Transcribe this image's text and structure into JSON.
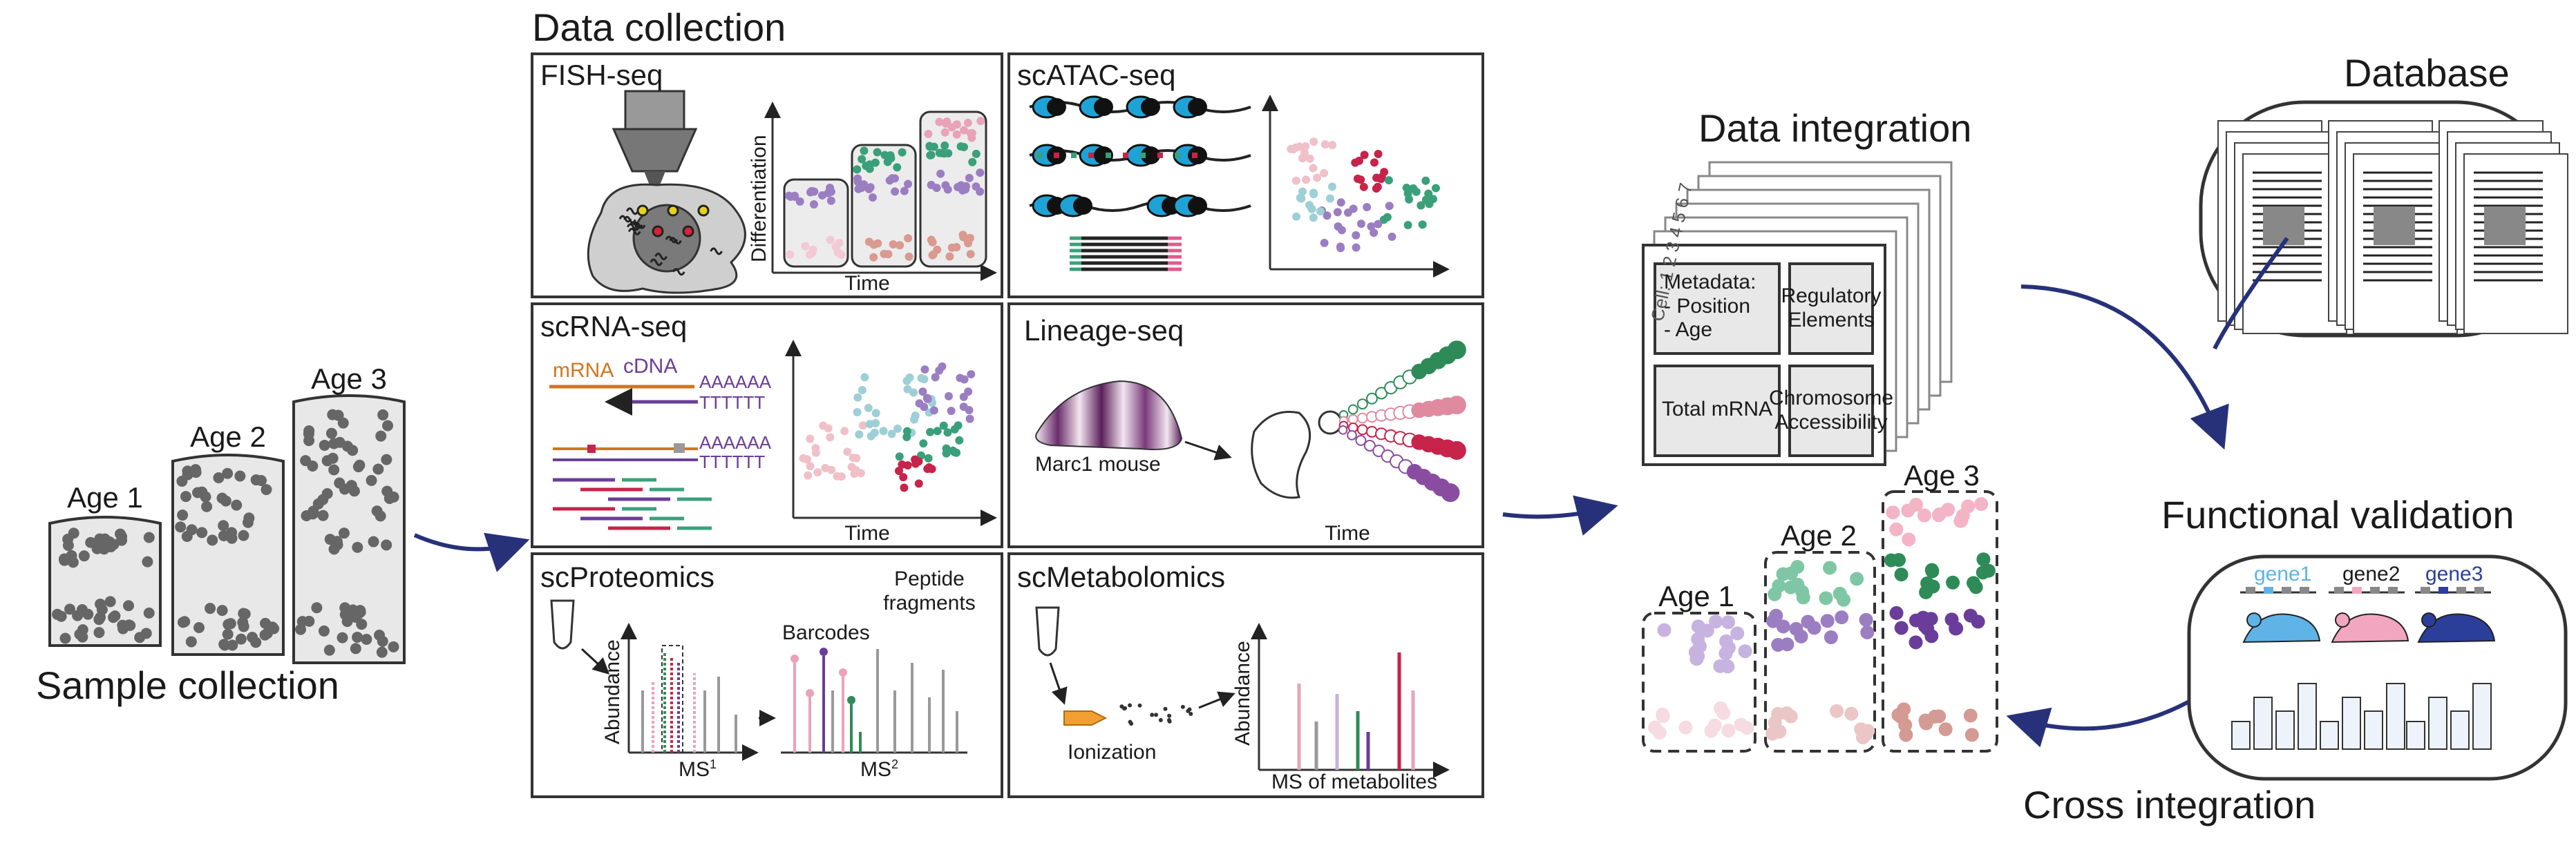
{
  "sample": {
    "title": "Sample collection",
    "ages": [
      "Age 1",
      "Age 2",
      "Age 3"
    ]
  },
  "collection": {
    "title": "Data collection",
    "panels": {
      "fish": {
        "title": "FISH-seq",
        "xlabel": "Time",
        "ylabel": "Differentiation"
      },
      "atac": {
        "title": "scATAC-seq"
      },
      "rna": {
        "title": "scRNA-seq",
        "mrna": "mRNA",
        "cdna": "cDNA",
        "polya": "AAAAAA",
        "polyt": "TTTTTT",
        "xlabel": "Time"
      },
      "lineage": {
        "title": "Lineage-seq",
        "mouse": "Marc1 mouse",
        "xlabel": "Time"
      },
      "proteomics": {
        "title": "scProteomics",
        "ylabel": "Abundance",
        "barcodes": "Barcodes",
        "peptide": "Peptide\nfragments",
        "ms1": "MS",
        "ms1_sup": "1",
        "ms2": "MS",
        "ms2_sup": "2"
      },
      "metabolomics": {
        "title": "scMetabolomics",
        "ionization": "Ionization",
        "ylabel": "Abundance",
        "xlabel": "MS of metabolites"
      }
    }
  },
  "integration": {
    "title": "Data integration",
    "cell_label": "Cell: 1 2 3 4 5 6 7",
    "metadata": "Metadata:\n- Position\n- Age",
    "regulatory": "Regulatory\nElements",
    "total_mrna": "Total mRNA",
    "chromosome": "Chromosome\nAccessibility",
    "ages": [
      "Age 1",
      "Age 2",
      "Age 3"
    ]
  },
  "database": {
    "title": "Database"
  },
  "validation": {
    "title": "Functional validation",
    "genes": [
      "gene1",
      "gene2",
      "gene3"
    ]
  },
  "cross": {
    "title": "Cross integration"
  },
  "colors": {
    "purple": "#9b7ec2",
    "green": "#3aa07a",
    "pink": "#e9a3b9",
    "salmon": "#d99a8f",
    "red": "#c8234a",
    "orange": "#d0761f",
    "mouse_blue": "#5fb3e6",
    "mouse_pink": "#f2a6c0",
    "mouse_navy": "#2b3f9a",
    "arrow_navy": "#27317a"
  }
}
